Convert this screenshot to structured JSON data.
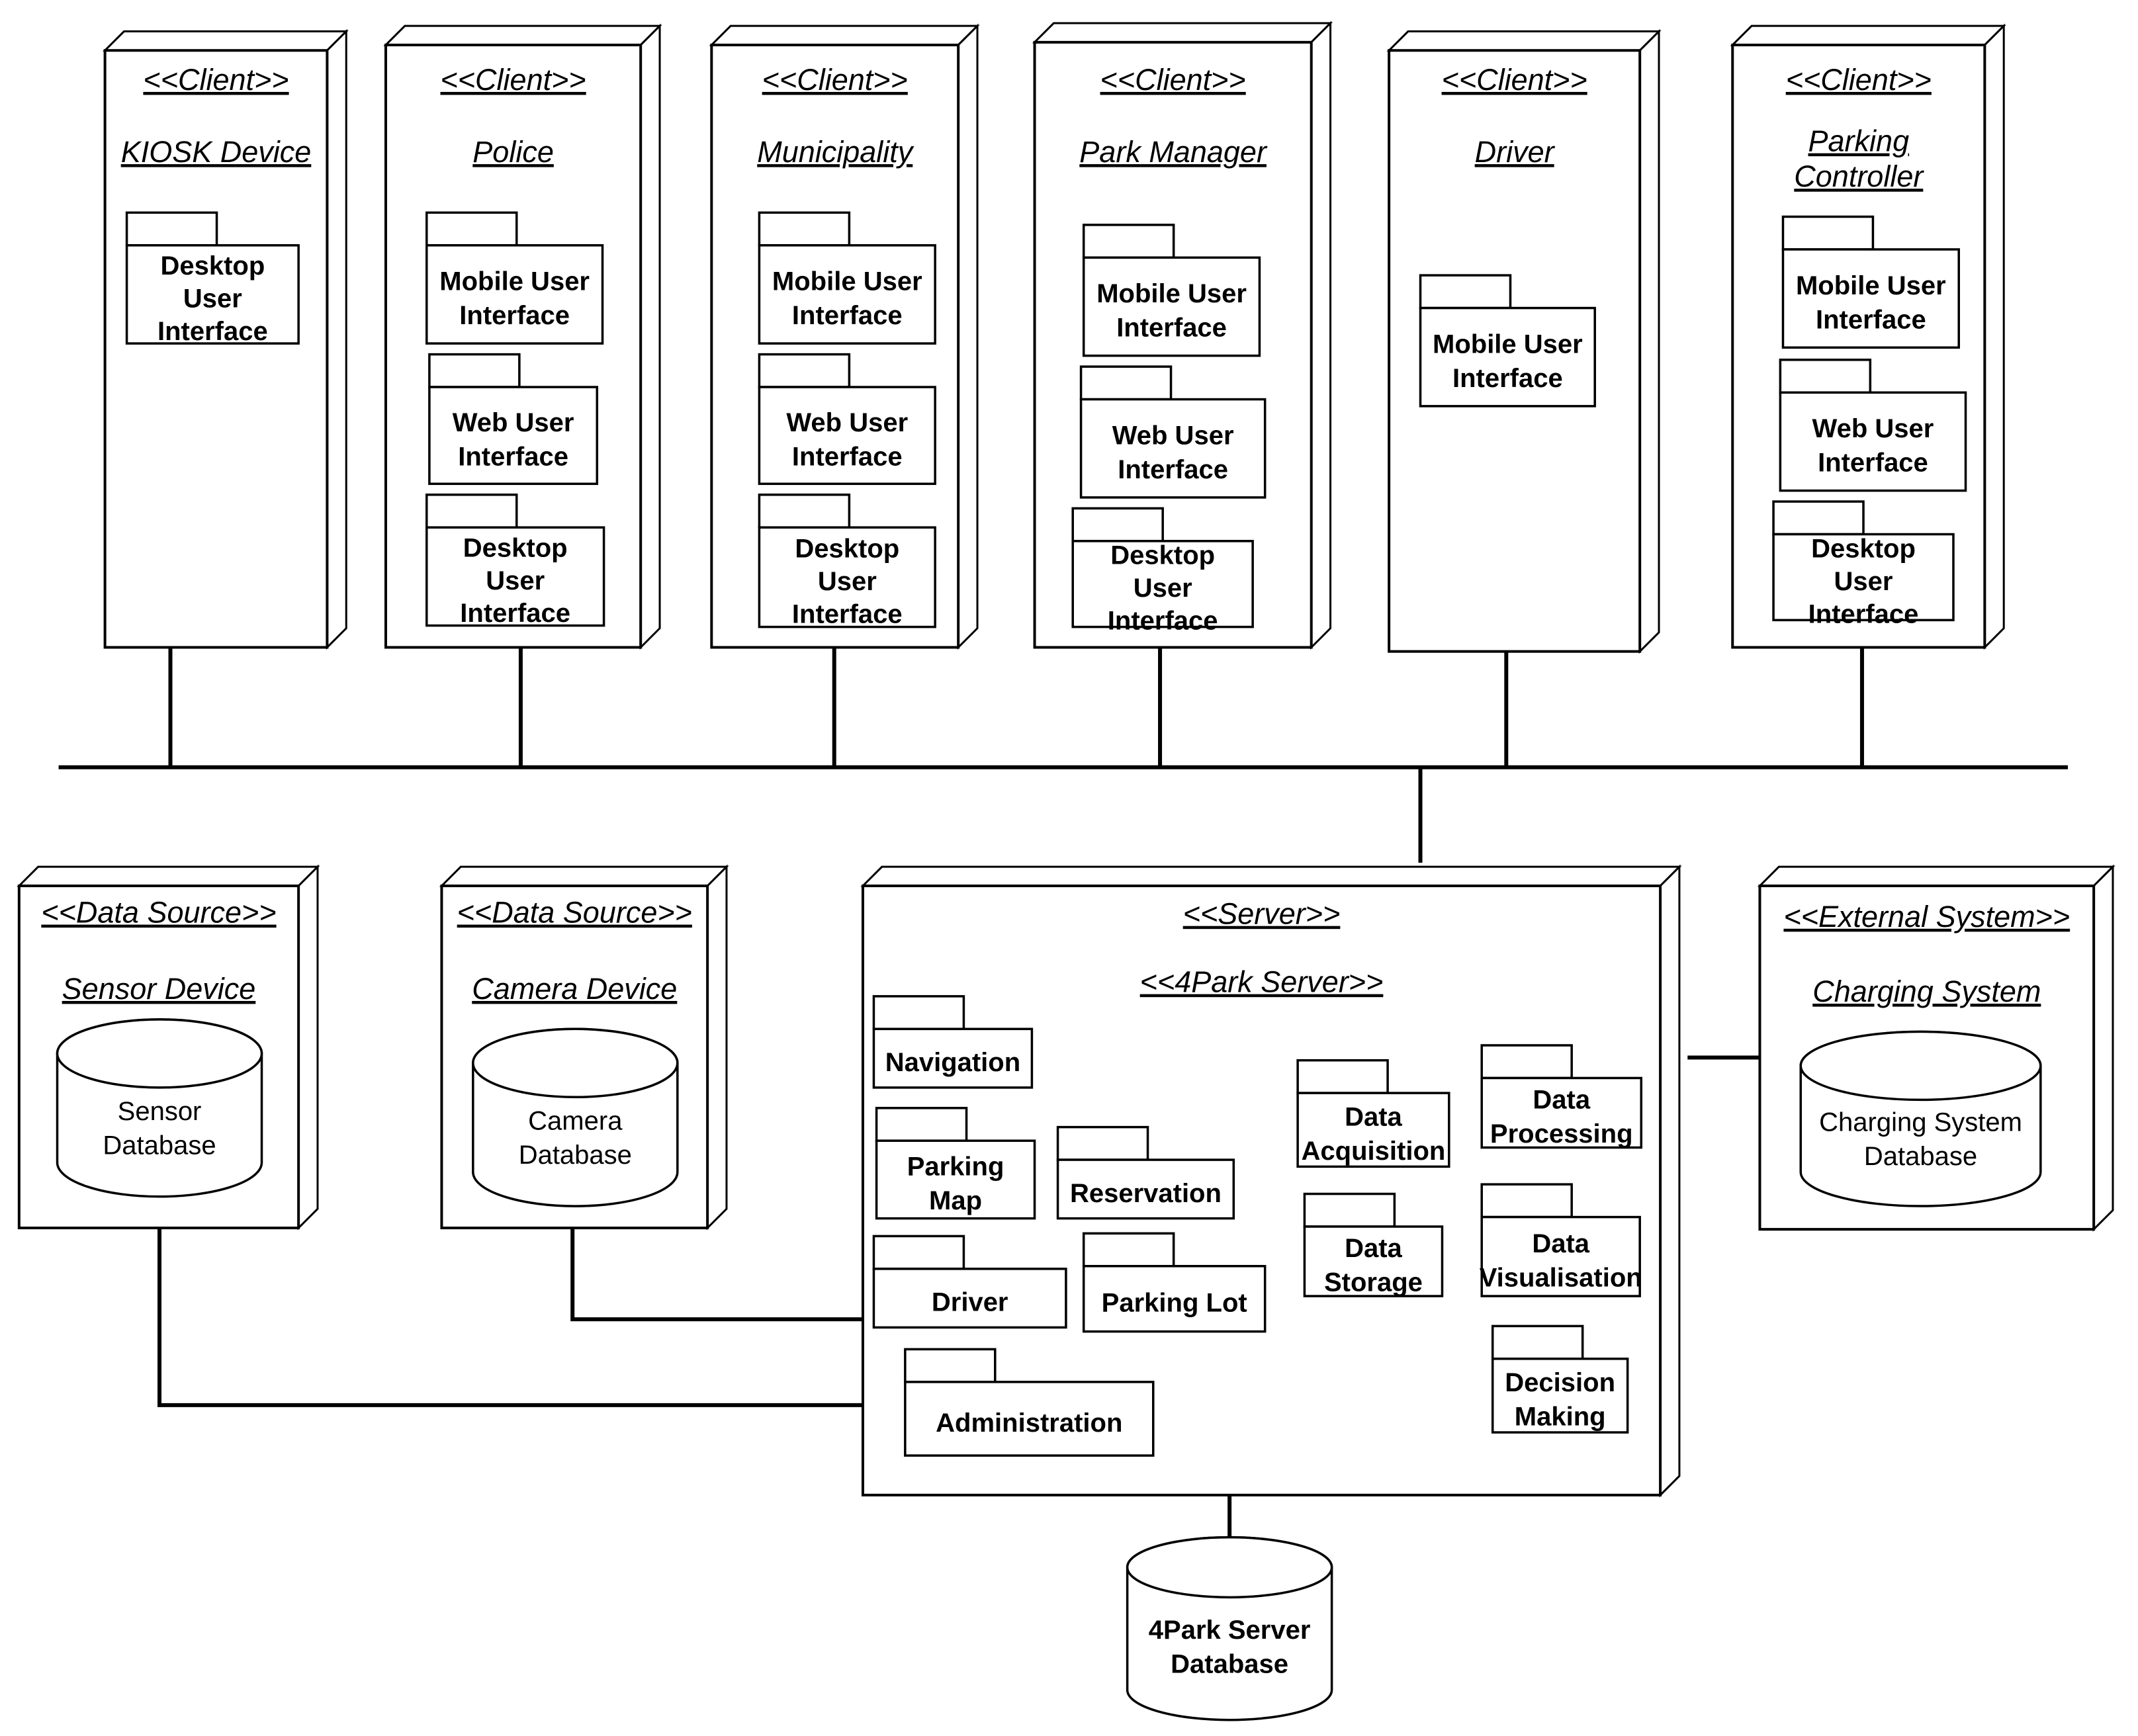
{
  "clients": [
    {
      "stereotype": "<<Client>>",
      "name": [
        "KIOSK Device"
      ],
      "packages": [
        [
          "Desktop",
          "User",
          "Interface"
        ]
      ]
    },
    {
      "stereotype": "<<Client>>",
      "name": [
        "Police"
      ],
      "packages": [
        [
          "Mobile User",
          "Interface"
        ],
        [
          "Web User",
          "Interface"
        ],
        [
          "Desktop",
          "User",
          "Interface"
        ]
      ]
    },
    {
      "stereotype": "<<Client>>",
      "name": [
        "Municipality"
      ],
      "packages": [
        [
          "Mobile User",
          "Interface"
        ],
        [
          "Web User",
          "Interface"
        ],
        [
          "Desktop",
          "User",
          "Interface"
        ]
      ]
    },
    {
      "stereotype": "<<Client>>",
      "name": [
        "Park Manager"
      ],
      "packages": [
        [
          "Mobile User",
          "Interface"
        ],
        [
          "Web User",
          "Interface"
        ],
        [
          "Desktop",
          "User",
          "Interface"
        ]
      ]
    },
    {
      "stereotype": "<<Client>>",
      "name": [
        "Driver"
      ],
      "packages": [
        [
          "Mobile User",
          "Interface"
        ]
      ]
    },
    {
      "stereotype": "<<Client>>",
      "name": [
        "Parking",
        "Controller"
      ],
      "packages": [
        [
          "Mobile User",
          "Interface"
        ],
        [
          "Web User",
          "Interface"
        ],
        [
          "Desktop",
          "User",
          "Interface"
        ]
      ]
    }
  ],
  "data_sources": [
    {
      "stereotype": "<<Data Source>>",
      "name": "Sensor Device",
      "database": [
        "Sensor",
        "Database"
      ]
    },
    {
      "stereotype": "<<Data Source>>",
      "name": "Camera Device",
      "database": [
        "Camera",
        "Database"
      ]
    }
  ],
  "server": {
    "stereotype": "<<Server>>",
    "name": "<<4Park Server>>",
    "packages": [
      [
        "Navigation"
      ],
      [
        "Parking",
        "Map"
      ],
      [
        "Reservation"
      ],
      [
        "Driver"
      ],
      [
        "Parking Lot"
      ],
      [
        "Administration"
      ],
      [
        "Data",
        "Acquisition"
      ],
      [
        "Data",
        "Processing"
      ],
      [
        "Data",
        "Storage"
      ],
      [
        "Data",
        "Visualisation"
      ],
      [
        "Decision",
        "Making"
      ]
    ]
  },
  "external_system": {
    "stereotype": "<<External System>>",
    "name": "Charging System",
    "database": [
      "Charging System",
      "Database"
    ]
  },
  "server_database": [
    "4Park Server",
    "Database"
  ]
}
